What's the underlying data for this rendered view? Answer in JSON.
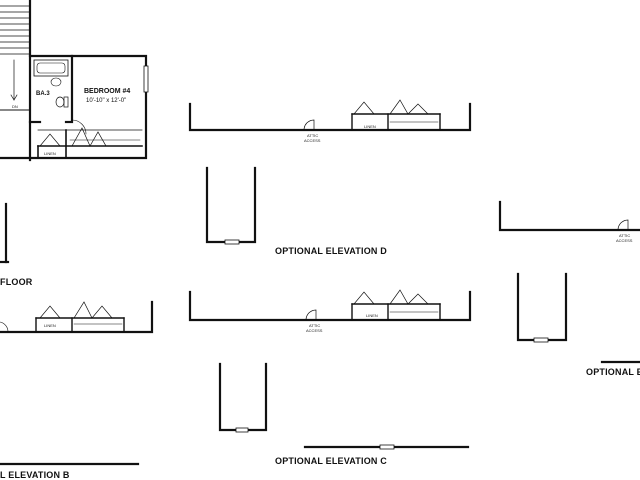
{
  "drawing": {
    "stroke_color": "#111111",
    "background": "#ffffff",
    "labels": {
      "elevation_d": "OPTIONAL ELEVATION D",
      "elevation_c": "OPTIONAL ELEVATION C",
      "elevation_b": "L ELEVATION B",
      "elevation_e": "OPTIONAL E",
      "floor": "FLOOR"
    },
    "rooms": {
      "bedroom4_name": "BEDROOM #4",
      "bedroom4_size": "10'-10\" x 12'-0\"",
      "bath3": "BA.3",
      "linen": "LINEN",
      "down": "DN"
    },
    "notes": {
      "attic_line1": "ATTIC",
      "attic_line2": "ACCESS"
    }
  }
}
